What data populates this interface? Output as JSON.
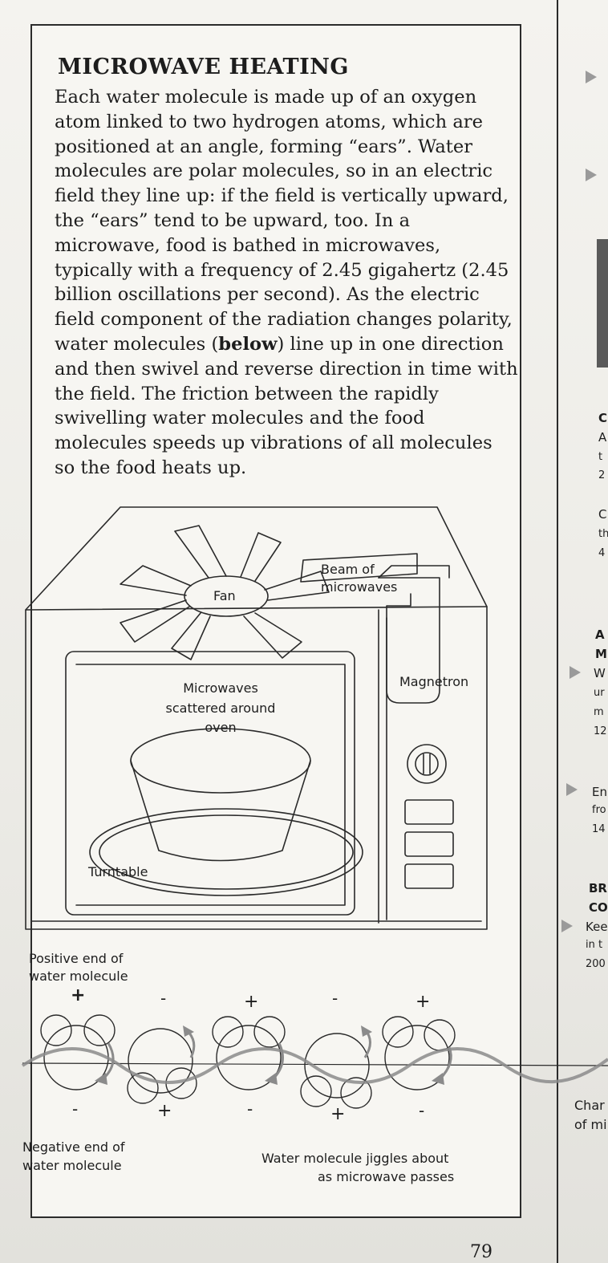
{
  "article": {
    "title": "MICROWAVE HEATING",
    "paragraph_before_bold": "Each water molecule is made up of an oxygen atom linked to two hydrogen atoms, which are positioned at an angle, forming “ears”. Water molecules are polar molecules, so in an electric field they line up: if the field is vertically upward, the “ears” tend to be upward, too. In a microwave, food is bathed in microwaves, typically with a frequency of 2.45 gigahertz (2.45 billion oscillations per second). As the electric field component of the radiation changes polarity, water molecules (",
    "paragraph_bold": "below",
    "paragraph_after_bold": ") line up in one direction and then swivel and reverse direction in time with the field. The friction between the rapidly swivelling water molecules and the food molecules speeds up vibrations of all molecules so the food heats up."
  },
  "oven_diagram": {
    "fan": "Fan",
    "beam_line1": "Beam of",
    "beam_line2": "microwaves",
    "magnetron": "Magnetron",
    "scatter_line1": "Microwaves",
    "scatter_line2": "scattered around",
    "scatter_line3": "oven",
    "turntable": "Turntable"
  },
  "molecule_diagram": {
    "positive_line1": "Positive end of",
    "positive_line2": "water molecule",
    "negative_line1": "Negative end of",
    "negative_line2": "water molecule",
    "jiggle_line1": "Water molecule jiggles about",
    "jiggle_line2": "as microwave passes",
    "plus": "+",
    "minus": "-"
  },
  "page_number": "79",
  "sidebar_fragments": {
    "c1": "C",
    "a1": "A",
    "t1": "t",
    "n2": "2",
    "c2": "C",
    "th": "th",
    "n41": "4",
    "a2": "A",
    "m": "M",
    "w": "W",
    "ur": "ur",
    "mc": "m",
    "n12": "12",
    "en": "En",
    "fro": "fro",
    "n14": "14",
    "br": "BR",
    "co": "CO",
    "kee": "Kee",
    "int": "in t",
    "n200": "200",
    "char": "Char",
    "ofmi": "of mi"
  },
  "colors": {
    "wave": "#8b8b8b",
    "line": "#2a2a2a",
    "arrow_grey": "#9a9a9a"
  }
}
